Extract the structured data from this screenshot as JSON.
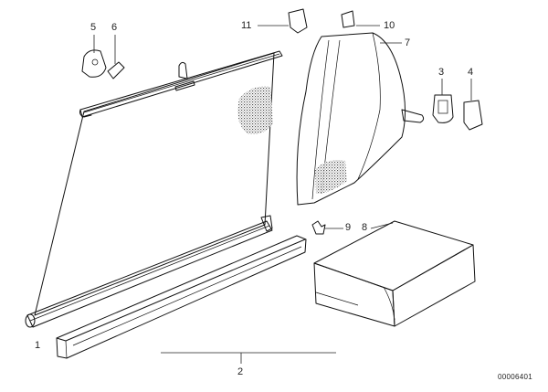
{
  "diagram": {
    "callouts": [
      {
        "id": "p1",
        "label": "1"
      },
      {
        "id": "p2",
        "label": "2"
      },
      {
        "id": "p3",
        "label": "3"
      },
      {
        "id": "p4",
        "label": "4"
      },
      {
        "id": "p5",
        "label": "5"
      },
      {
        "id": "p6",
        "label": "6"
      },
      {
        "id": "p7",
        "label": "7"
      },
      {
        "id": "p8",
        "label": "8"
      },
      {
        "id": "p9",
        "label": "9"
      },
      {
        "id": "p10",
        "label": "10"
      },
      {
        "id": "p11",
        "label": "11"
      }
    ],
    "reference_number": "00006401"
  }
}
